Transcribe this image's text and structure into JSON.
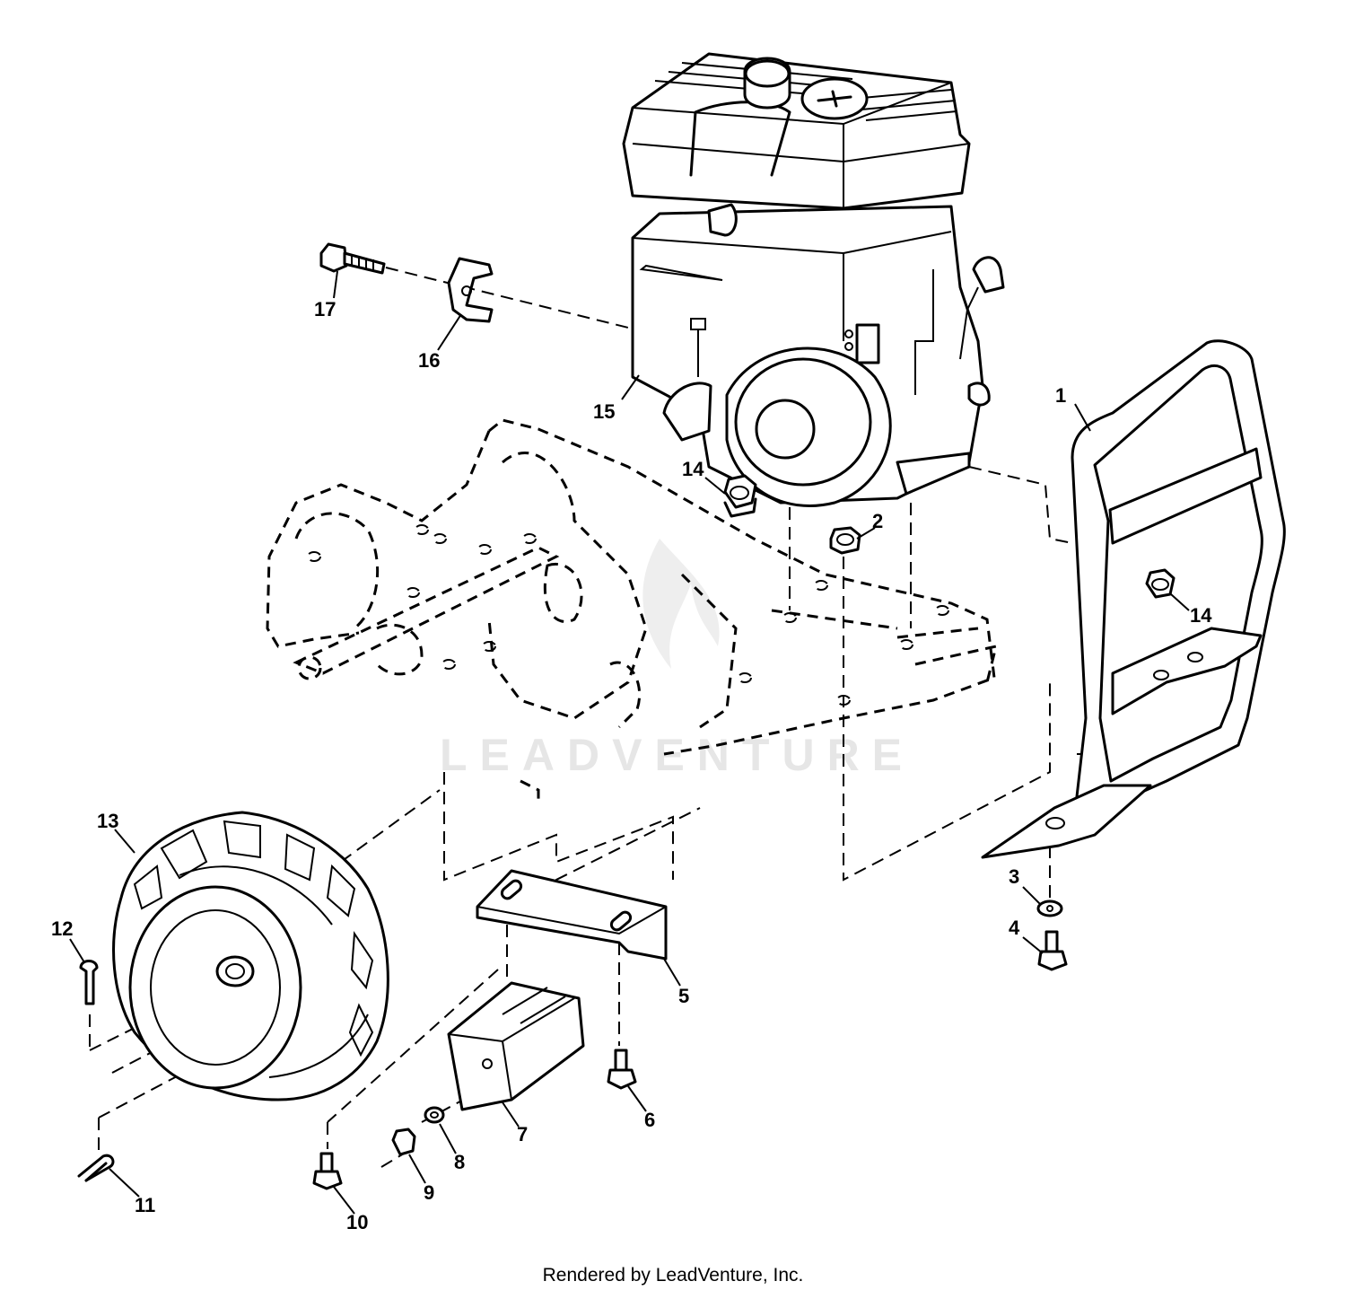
{
  "diagram": {
    "watermark": "LEADVENTURE",
    "footer": "Rendered by LeadVenture, Inc.",
    "callouts": [
      "1",
      "2",
      "3",
      "4",
      "5",
      "6",
      "7",
      "8",
      "9",
      "10",
      "11",
      "12",
      "13",
      "14",
      "14",
      "15",
      "16",
      "17"
    ]
  }
}
